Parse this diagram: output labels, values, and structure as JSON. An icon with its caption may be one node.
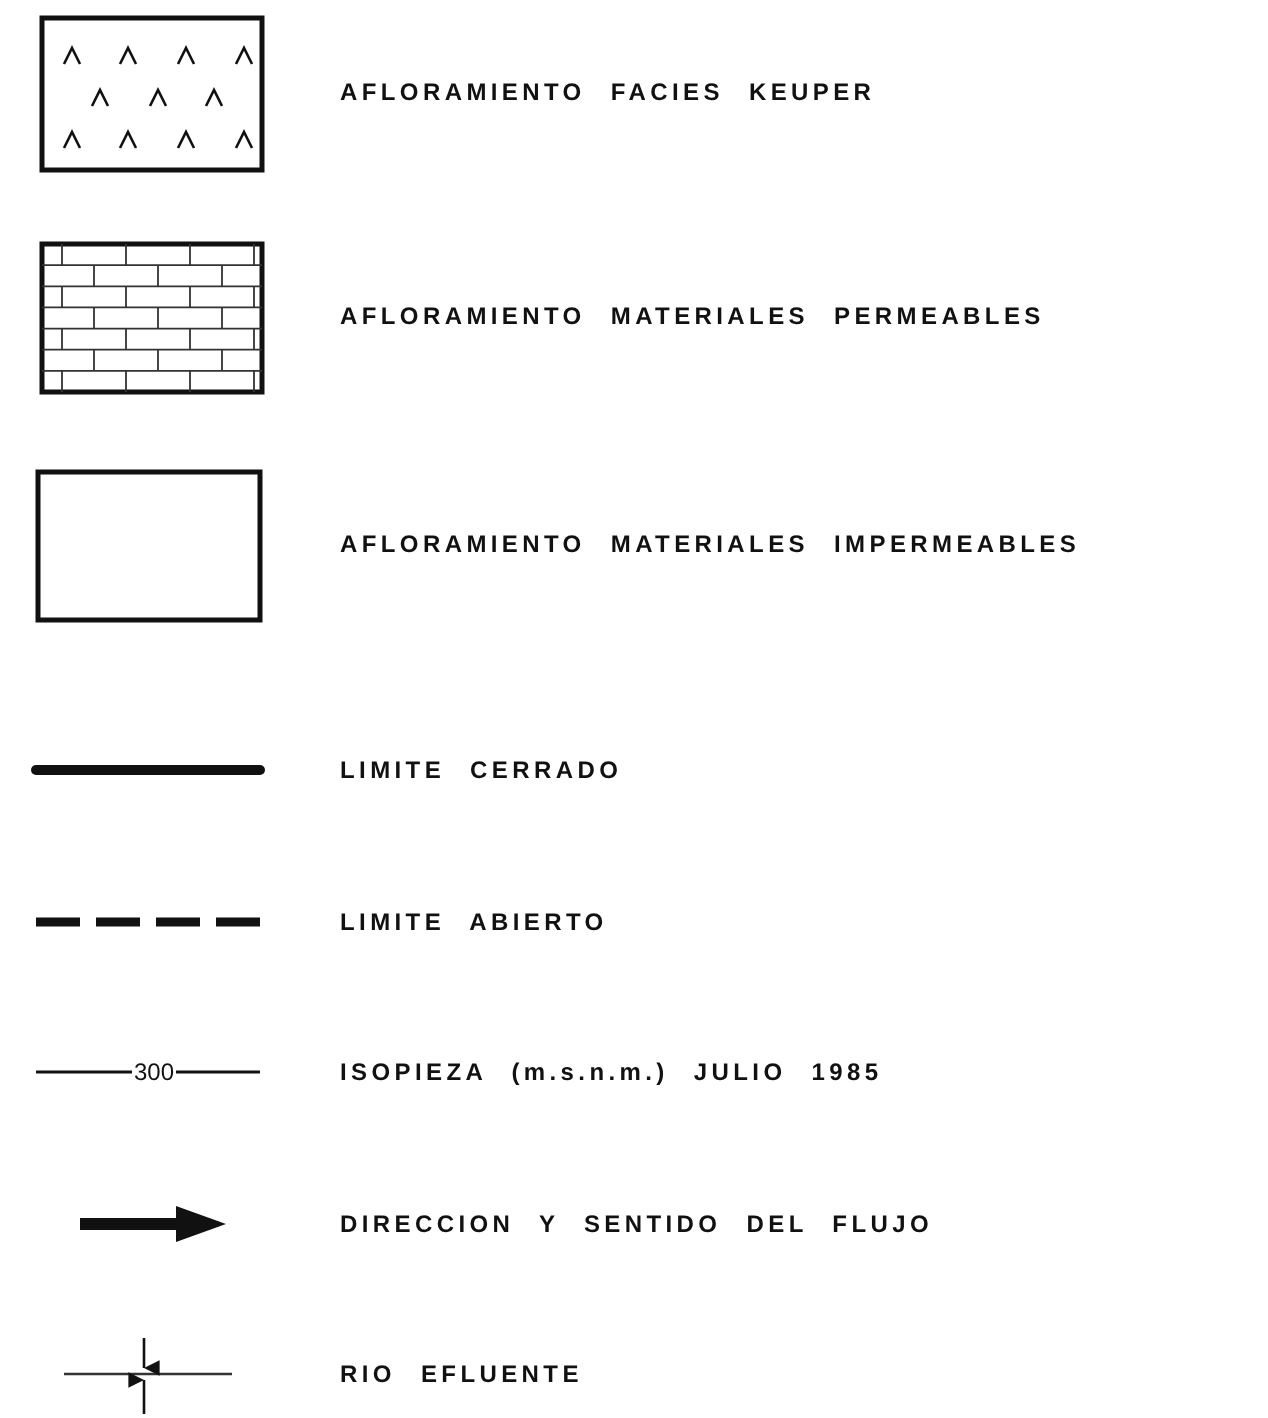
{
  "diagram": {
    "legend": [
      {
        "text": "AFLORAMIENTO FACIES KEUPER"
      },
      {
        "text": "AFLORAMIENTO MATERIALES PERMEABLES"
      },
      {
        "text": "AFLORAMIENTO MATERIALES IMPERMEABLES"
      },
      {
        "text": "LIMITE CERRADO"
      },
      {
        "text": "LIMITE ABIERTO"
      },
      {
        "text": "ISOPIEZA (m.s.n.m.) JULIO 1985"
      },
      {
        "text": "DIRECCION Y SENTIDO DEL FLUJO"
      },
      {
        "text": "RIO EFLUENTE"
      }
    ],
    "labels": [
      "300"
    ]
  }
}
